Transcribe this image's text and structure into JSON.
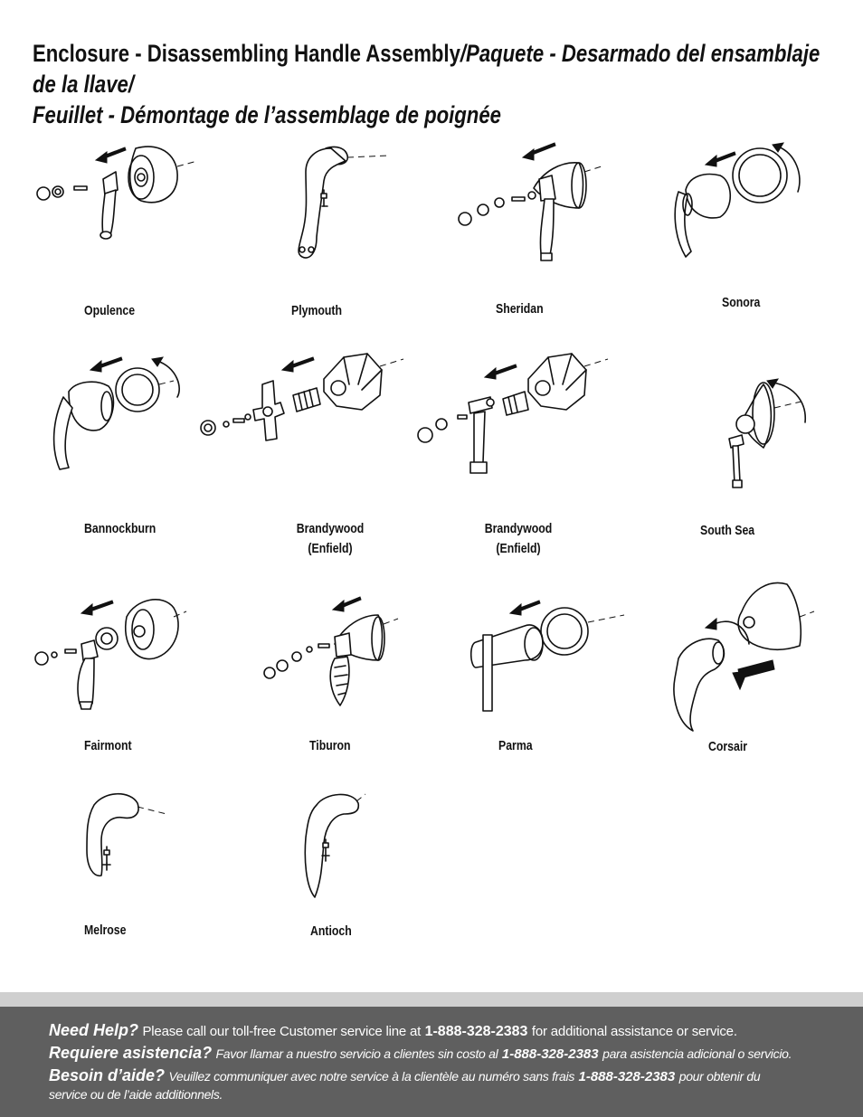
{
  "title": {
    "part1": "Enclosure - Disassembling Handle Assembly",
    "part2": "/Paquete - Desarmado del ensamblaje de la llave/",
    "part3": "Feuillet - Démontage de l’assemblage de poignée"
  },
  "products": [
    {
      "label": "Opulence",
      "icon": "opulence-handle-diagram"
    },
    {
      "label": "Plymouth",
      "icon": "plymouth-handle-diagram"
    },
    {
      "label": "Sheridan",
      "icon": "sheridan-handle-diagram"
    },
    {
      "label": "Sonora",
      "icon": "sonora-handle-diagram"
    },
    {
      "label": "Bannockburn",
      "icon": "bannockburn-handle-diagram"
    },
    {
      "label": "Brandywood",
      "sub": "(Enfield)",
      "icon": "brandywood-cross-handle-diagram"
    },
    {
      "label": "Brandywood",
      "sub": "(Enfield)",
      "icon": "brandywood-lever-handle-diagram"
    },
    {
      "label": "South Sea",
      "icon": "south-sea-handle-diagram"
    },
    {
      "label": "Fairmont",
      "icon": "fairmont-handle-diagram"
    },
    {
      "label": "Tiburon",
      "icon": "tiburon-handle-diagram"
    },
    {
      "label": "Parma",
      "icon": "parma-handle-diagram"
    },
    {
      "label": "Corsair",
      "icon": "corsair-handle-diagram"
    },
    {
      "label": "Melrose",
      "icon": "melrose-handle-diagram"
    },
    {
      "label": "Antioch",
      "icon": "antioch-handle-diagram"
    }
  ],
  "footer": {
    "en_head": "Need Help?",
    "en_text": "Please call our toll-free Customer service line at",
    "en_phone": "1-888-328-2383",
    "en_tail": "for additional assistance or service.",
    "es_head": "Requiere asistencia?",
    "es_text": "Favor llamar a nuestro servicio a clientes sin costo al",
    "es_phone": "1-888-328-2383",
    "es_tail": "para asistencia adicional o servicio.",
    "fr_head": "Besoin d’aide?",
    "fr_text": "Veuillez communiquer avec notre service à la clientèle au numéro sans frais",
    "fr_phone": "1-888-328-2383",
    "fr_tail": "pour obtenir du",
    "fr_tail2": "service ou de l’aide additionnels."
  },
  "colors": {
    "footer_bg": "#5f5f5f",
    "footer_bar": "#cfcfcf",
    "text": "#111111"
  }
}
